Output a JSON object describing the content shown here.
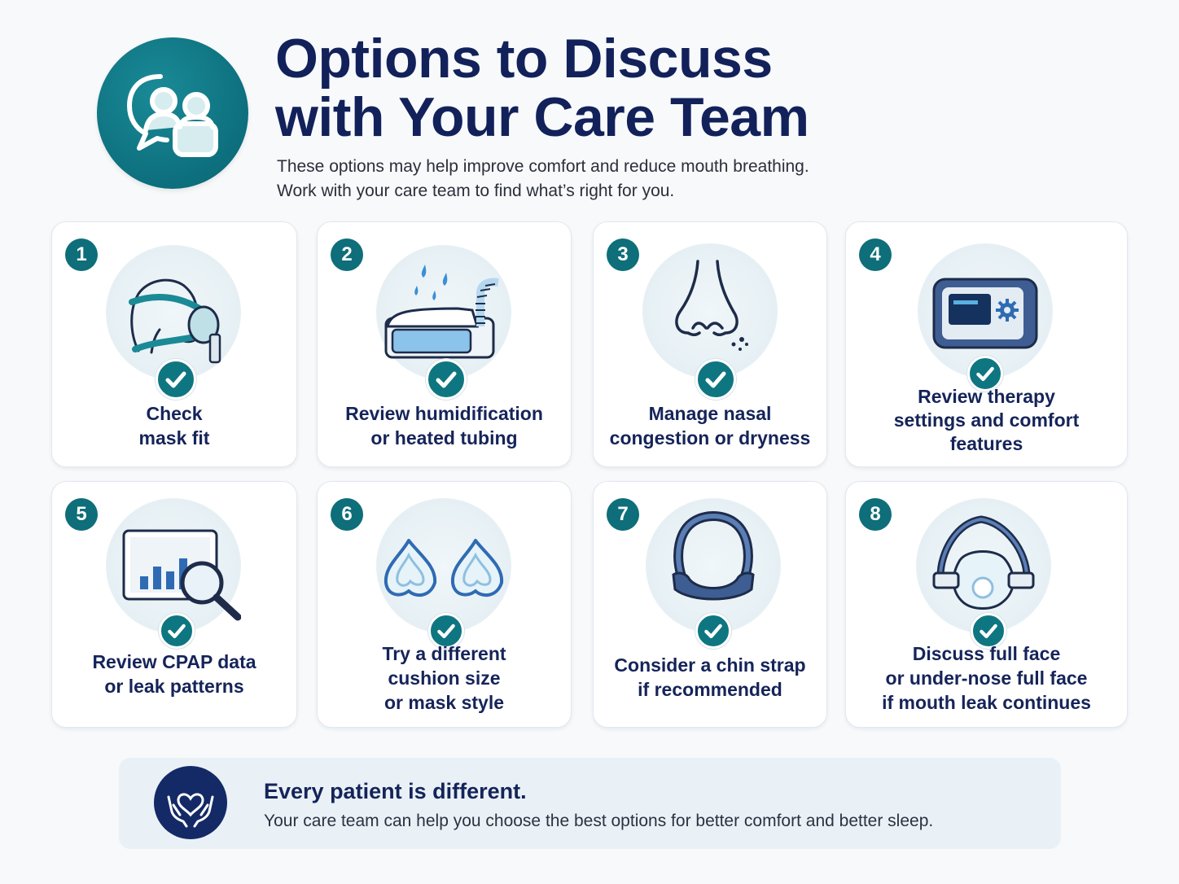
{
  "header": {
    "title_lines": [
      "Options to Discuss",
      "with Your Care Team"
    ],
    "subtitle_lines": [
      "These options may help improve comfort and reduce mouth breathing.",
      "Work with your care team to find what’s right for you."
    ],
    "icon": "care-team-chat-icon"
  },
  "cards": [
    {
      "number": "1",
      "label_lines": [
        "Check",
        "mask fit"
      ],
      "icon": "mask-fit-icon"
    },
    {
      "number": "2",
      "label_lines": [
        "Review humidification",
        "or heated tubing"
      ],
      "icon": "humidifier-icon"
    },
    {
      "number": "3",
      "label_lines": [
        "Manage nasal",
        "congestion or dryness"
      ],
      "icon": "nose-icon"
    },
    {
      "number": "4",
      "label_lines": [
        "Review therapy",
        "settings and comfort",
        "features"
      ],
      "icon": "cpap-device-settings-icon"
    },
    {
      "number": "5",
      "label_lines": [
        "Review CPAP data",
        "or leak patterns"
      ],
      "icon": "data-chart-magnifier-icon"
    },
    {
      "number": "6",
      "label_lines": [
        "Try a different",
        "cushion size",
        "or mask style"
      ],
      "icon": "nasal-cushions-icon"
    },
    {
      "number": "7",
      "label_lines": [
        "Consider a chin strap",
        "if recommended"
      ],
      "icon": "chin-strap-icon"
    },
    {
      "number": "8",
      "label_lines": [
        "Discuss full face",
        "or under-nose full face",
        "if mouth leak continues"
      ],
      "icon": "full-face-mask-icon"
    }
  ],
  "footer": {
    "title": "Every patient is different.",
    "text": "Your care team can help you choose the best options for better comfort and better sleep.",
    "icon": "hands-heart-icon"
  },
  "colors": {
    "teal": "#0e6e79",
    "navy": "#12215a",
    "footer_bg": "#e9f1f6"
  }
}
